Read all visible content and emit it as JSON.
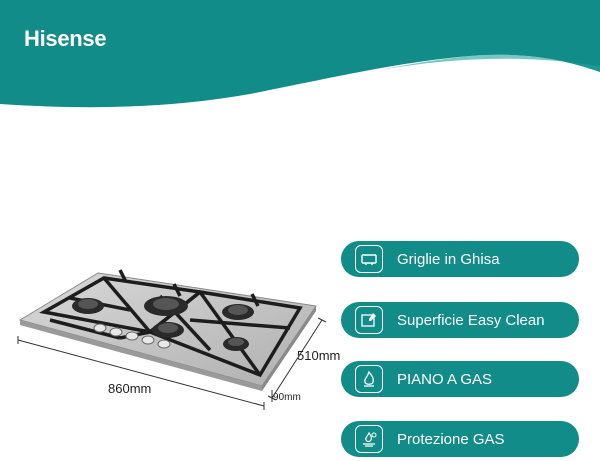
{
  "brand": {
    "logo_text": "Hisense"
  },
  "colors": {
    "teal": "#128c88",
    "teal_light": "#1aa39d",
    "white": "#ffffff"
  },
  "dimensions": {
    "width": "860mm",
    "depth": "510mm",
    "height": "90mm"
  },
  "features": [
    {
      "label": "Griglie in Ghisa",
      "icon": "grill-icon"
    },
    {
      "label": "Superficie Easy Clean",
      "icon": "clean-surface-icon"
    },
    {
      "label": "PIANO A GAS",
      "icon": "gas-flame-icon"
    },
    {
      "label": "Protezione  GAS",
      "icon": "gas-protection-icon"
    }
  ]
}
